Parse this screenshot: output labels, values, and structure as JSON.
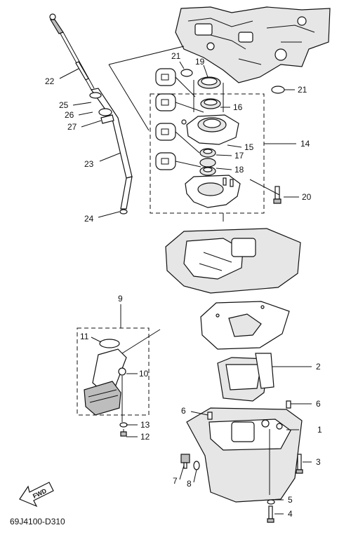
{
  "diagram_code": "69J4100-D310",
  "direction_label": "FWD",
  "callouts": {
    "c1": "1",
    "c2": "2",
    "c3": "3",
    "c4": "4",
    "c5": "5",
    "c6a": "6",
    "c6b": "6",
    "c7": "7",
    "c8": "8",
    "c9": "9",
    "c10": "10",
    "c11": "11",
    "c12": "12",
    "c13": "13",
    "c14": "14",
    "c15": "15",
    "c16": "16",
    "c17": "17",
    "c18": "18",
    "c19": "19",
    "c20": "20",
    "c21a": "21",
    "c21b": "21",
    "c22": "22",
    "c23": "23",
    "c24": "24",
    "c25": "25",
    "c26": "26",
    "c27": "27"
  }
}
